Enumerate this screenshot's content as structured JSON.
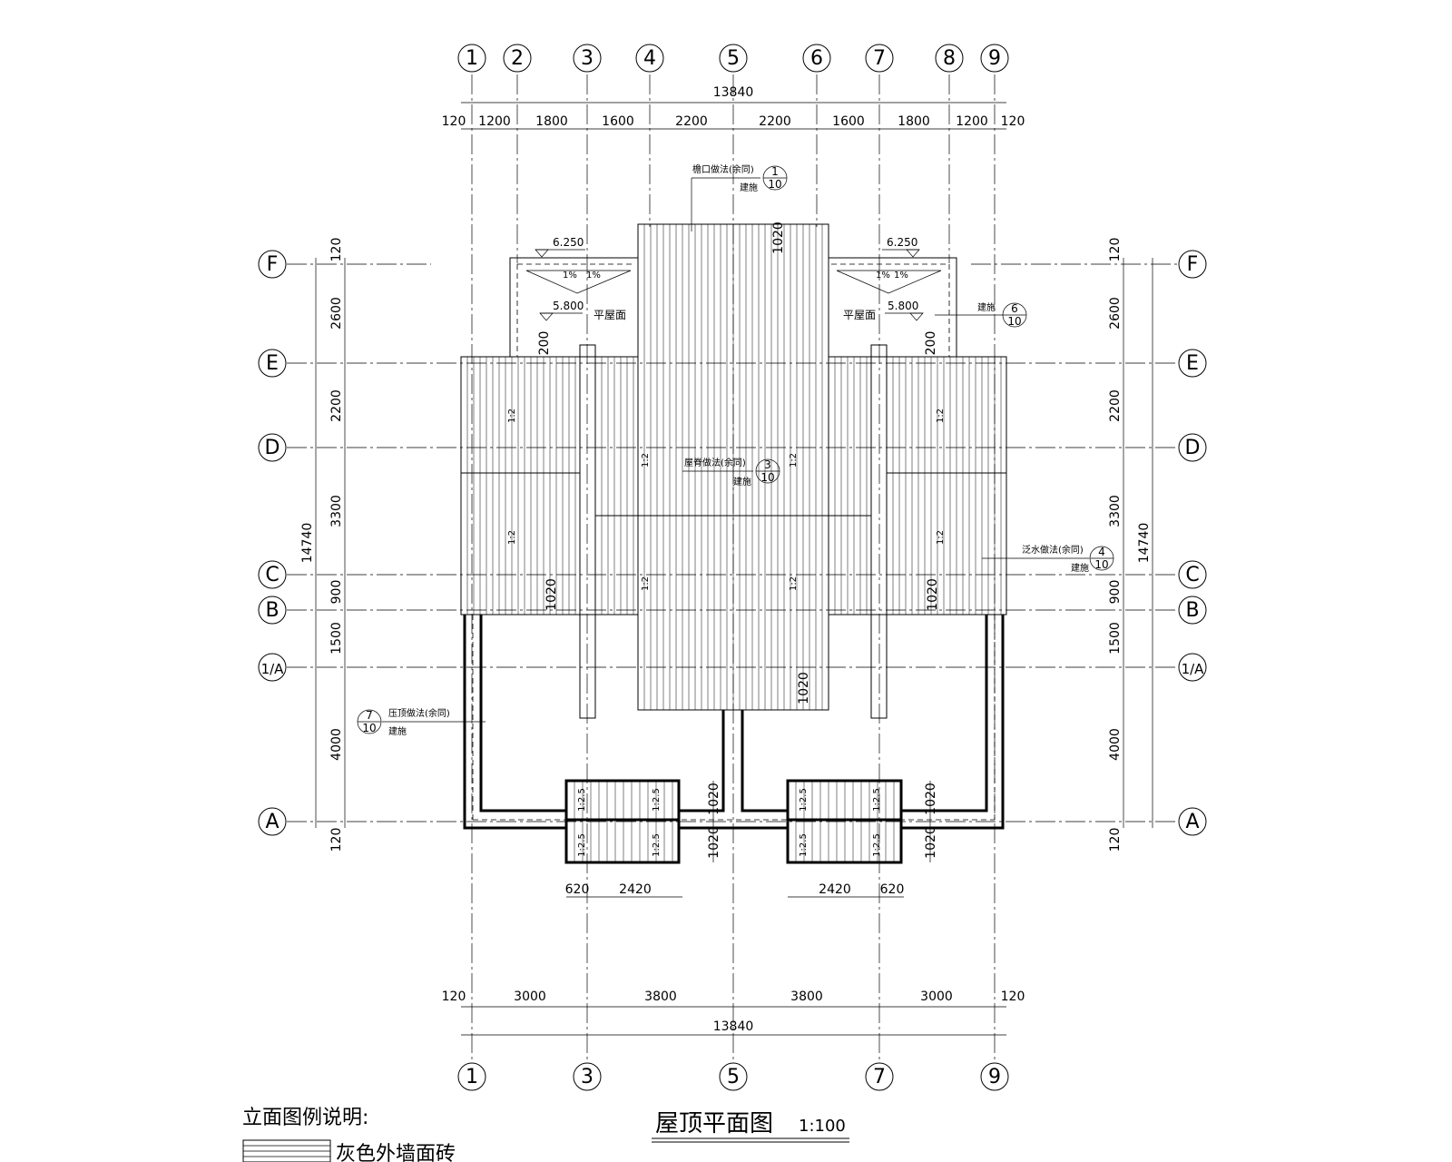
{
  "drawing": {
    "title": "屋顶平面图",
    "scale": "1:100",
    "legend_heading": "立面图例说明:",
    "legend_item": "灰色外墙面砖"
  },
  "axes": {
    "top": [
      "1",
      "2",
      "3",
      "4",
      "5",
      "6",
      "7",
      "8",
      "9"
    ],
    "bottom": [
      "1",
      "3",
      "5",
      "7",
      "9"
    ],
    "left": [
      "F",
      "E",
      "D",
      "C",
      "B",
      "1/A",
      "A"
    ],
    "right": [
      "F",
      "E",
      "D",
      "C",
      "B",
      "1/A",
      "A"
    ]
  },
  "dims": {
    "top_total": "13840",
    "top_segments": [
      "120",
      "1200",
      "1800",
      "1600",
      "2200",
      "2200",
      "1600",
      "1800",
      "1200",
      "120"
    ],
    "bottom_total": "13840",
    "bottom_segments": [
      "120",
      "3000",
      "3800",
      "3800",
      "3000",
      "120"
    ],
    "left_total": "14740",
    "left_segments": [
      "120",
      "2600",
      "2200",
      "3300",
      "900",
      "1500",
      "4000",
      "120"
    ],
    "right_total": "14740",
    "right_segments": [
      "120",
      "2600",
      "2200",
      "3300",
      "900",
      "1500",
      "4000",
      "120"
    ],
    "local_1020": "1020",
    "local_200": "200",
    "stair_left": [
      "620",
      "2420"
    ],
    "stair_right": [
      "2420",
      "620"
    ]
  },
  "notes": {
    "eaves": "檐口做法(余同)",
    "ridge": "屋脊做法(余同)",
    "flashing": "泛水做法(余同)",
    "coping": "压顶做法(余同)",
    "ref_label": "建施",
    "ref_sheet": "10",
    "ref_eaves": "1",
    "ref_ridge": "3",
    "ref_flashing": "4",
    "ref_6": "6",
    "ref_coping": "7",
    "flat_roof": "平屋面",
    "elev_top": "6.250",
    "elev_flat": "5.800",
    "slope_pct": "1%",
    "slope_ratio": "1:2",
    "canopy_slope": "1:2.5"
  }
}
